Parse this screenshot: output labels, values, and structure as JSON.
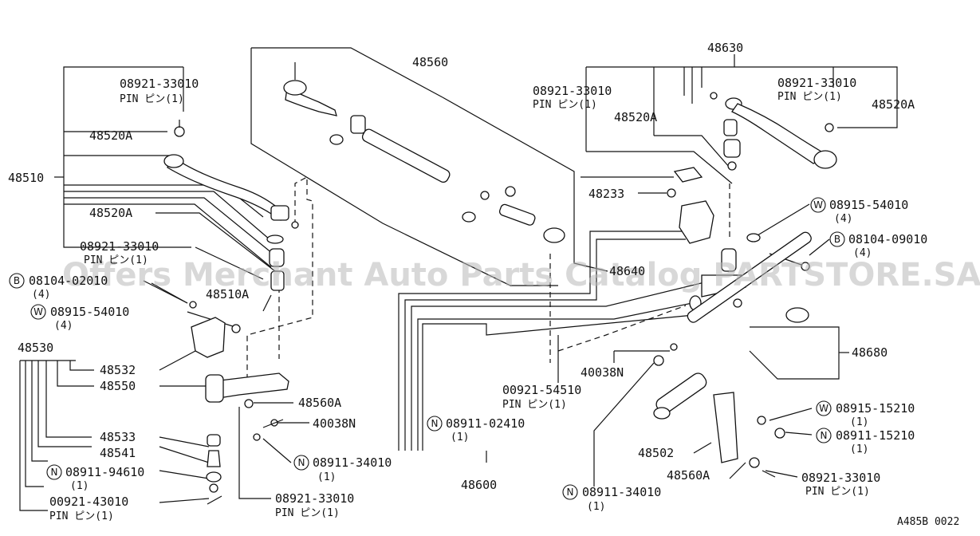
{
  "watermark": "Offers Merchant Auto Parts Catalog PARTSTORE.SA",
  "catalog_code": "A485B 0022",
  "labels": {
    "l48510": "48510",
    "l48520a_1": "48520A",
    "l48520a_2": "48520A",
    "l48520a_3": "48520A",
    "l48520a_4": "48520A",
    "l48510a": "48510A",
    "l48530": "48530",
    "l48532": "48532",
    "l48550": "48550",
    "l48533": "48533",
    "l48541": "48541",
    "l48560": "48560",
    "l48560a_1": "48560A",
    "l48560a_2": "48560A",
    "l40038n_1": "40038N",
    "l40038n_2": "40038N",
    "l48630": "48630",
    "l48233": "48233",
    "l48680": "48680",
    "l48600": "48600",
    "l48502": "48502",
    "l4864x": "48640",
    "p1_num": "08921-33010",
    "p1_sub": "PIN ピン(1)",
    "p2_num": "08921-33010",
    "p2_sub": "PIN ピン(1)",
    "p3_num": "08921-33010",
    "p3_sub": "PIN ピン(1)",
    "p4_num": "08921-33010",
    "p4_sub": "PIN ピン(1)",
    "p5_num": "08921-33010",
    "p5_sub": "PIN ピン(1)",
    "p6_num": "08921-33010",
    "p6_sub": "PIN ピン(1)",
    "p7_num": "00921-43010",
    "p7_sub": "PIN ピン(1)",
    "p8_num": "00921-54510",
    "p8_sub": "PIN ピン(1)",
    "b1_letter": "B",
    "b1_num": "08104-02010",
    "b1_qty": "(4)",
    "w1_letter": "W",
    "w1_num": "08915-54010",
    "w1_qty": "(4)",
    "n1_letter": "N",
    "n1_num": "08911-94610",
    "n1_qty": "(1)",
    "n2_letter": "N",
    "n2_num": "08911-34010",
    "n2_qty": "(1)",
    "n3_letter": "N",
    "n3_num": "08911-02410",
    "n3_qty": "(1)",
    "w2_letter": "W",
    "w2_num": "08915-54010",
    "w2_qty": "(4)",
    "b2_letter": "B",
    "b2_num": "08104-09010",
    "b2_qty": "(4)",
    "w3_letter": "W",
    "w3_num": "08915-15210",
    "w3_qty": "(1)",
    "n4_letter": "N",
    "n4_num": "08911-15210",
    "n4_qty": "(1)",
    "n5_letter": "N",
    "n5_num": "08911-34010",
    "n5_qty": "(1)"
  }
}
